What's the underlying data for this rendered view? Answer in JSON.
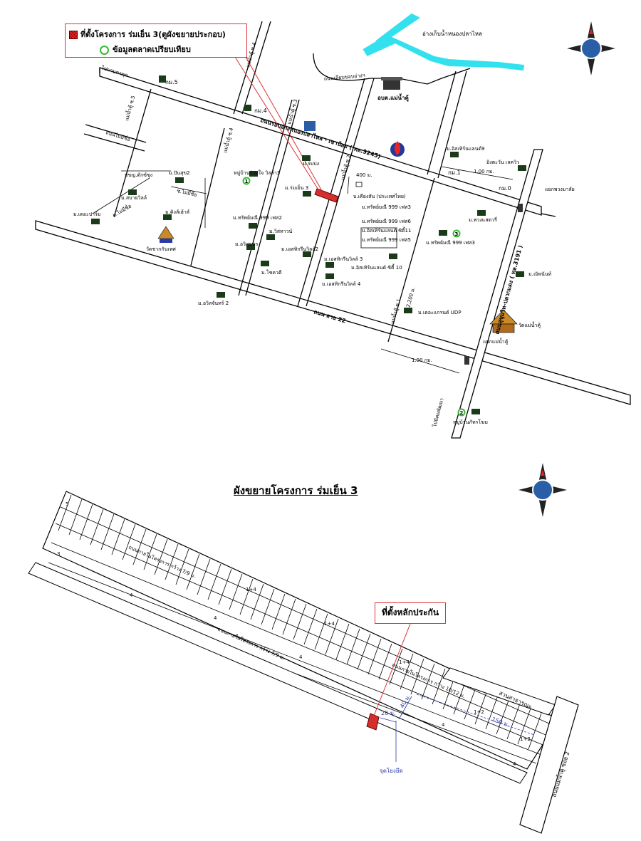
{
  "legend": {
    "site_label": "ที่ตั้งโครงการ ร่มเย็น 3(ตูผังขยายประกอบ)",
    "market_label": "ข้อมูลตลาดเปรียบเทียบ"
  },
  "map": {
    "reservoir": "อ่างเก็บน้ำหนองปลาไหล",
    "road_reservoir": "ถนนเลียบขอบอ่างฯ",
    "sao": "อบต.แม่น้ำคู้",
    "main_road": "ถนนรอบอ่างหนองปลาไหล - เขาน้อย ( ทล.3245)",
    "road_22": "ถนน สาย 22",
    "sukhumvit": "ถนนสุขุมวิท-ปลวกแดง ( ทล.3191 )",
    "to_map_ta_phut": "ไปมาบตาพุด",
    "to_nikhom": "ไปนิคมพัฒนา",
    "km5": "กม.5",
    "km4": "กม.4",
    "km1": "กม.1",
    "km0": "กม.0",
    "soi5": "แม่น้ำคู้ ซ.5",
    "soi4a": "แม่น้ำคู้ ซ.4",
    "soi4b": "แม่น้ำคู้ ซ.4",
    "soi3": "แม่น้ำคู้ ซ.3",
    "soi2": "แม่น้ำคู้ ซ.2",
    "soi1": "แม่น้ำคู้ ซ.1",
    "mai_mi_chue1": "ถนนไม่มีชื่อ",
    "mai_mi_chue2": "ซ.ไม่มีชื่อ",
    "mai_mi_chue3": "ซ.ไม่มีชื่อ",
    "dist_400": "400 ม.",
    "dist_2200": "2,200 ม.",
    "dist_1km_a": "1.00 กม.",
    "dist_1km_b": "1.00 กม.",
    "junction_phuang": "แยกพวงมาลัย",
    "junction_mae_nam": "แยกแม่น้ำคู้",
    "wat_mae_nam": "วัดแม่น้ำคู้",
    "wat_chak": "วัดชากกันเทศ",
    "places": [
      "ม.อิสเทิร์นแลนด์9",
      "อิงตะวัน เลควิว",
      "ม.ร่มบ่ง",
      "หมู่บ้านร่วมใจ วิลล่า3",
      "ม.ร่มเย็น 3",
      "บ.เคียงสัน (ประเทศไทย)",
      "ม.ทรัพย์มณี 999 เฟส3",
      "บขญ.ดักซ์ซุง",
      "ม.ปันสุข2",
      "ม.สบายวิลล์",
      "ม.คิงส์เฮ้าส์",
      "ม.เดอะปาร์ม",
      "ม.ทรัพย์มณี 999 เฟส2",
      "ม.วิสทาวน์",
      "ม.อวิสุขพร",
      "ม.เอสทิกรีนวิลล์2",
      "ม.ทรัพย์มณี 999 เฟส6",
      "ม.อิสเทิร์นแลนด์ ซิตี้11",
      "ม.ทรัพย์มณี 999 เฟส5",
      "ม.เอสทิกรีนวิลล์ 3",
      "ม.อิสเทิร์นแลนด์ ซิตี้ 10",
      "ม.โชควดี",
      "ม.เอสทิกรีนวิลล์ 4",
      "ม.อวิลจันทร์ 2",
      "ม.พวงแสตวรี่",
      "ม.ทรัพย์มณี 999 เฟส3",
      "ม.ณัพนันท์",
      "ม.เดอะแกรนด์ UDP",
      "หมู่บ้านภัทรโฆม"
    ]
  },
  "plan": {
    "title": "ผังขยายโครงการ ร่มเย็น 3",
    "callout": "ที่ตั้งหลักประกัน",
    "inner_road_a": "ถนนภายในโครงการ กว้าง 7/9 ม.",
    "inner_road_b": "ถนนภายในโครงการ กว้าง 7/9 ม.",
    "inner_road_c": "ถนนภายในโครงการ กว้าง 10/12 ม.",
    "park": "สวนสาธารณะ",
    "soi2_road": "ถนนแม่น้ำคู้ ซอย 2",
    "dist_20": "20 ม.",
    "dist_40": "40 ม.",
    "dist_150": "150 ม.",
    "ref_point": "จุดโยงยึด"
  },
  "colors": {
    "accent_red": "#d32f2f",
    "reservoir_cyan": "#33e0ee",
    "marker_green": "#33bb33",
    "dim_blue": "#2a3aa8"
  }
}
